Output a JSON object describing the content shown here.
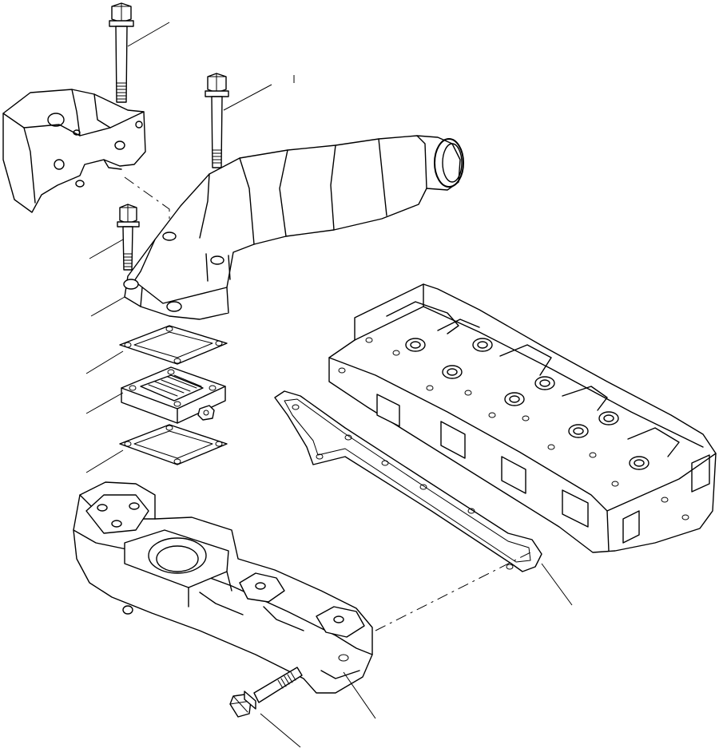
{
  "diagram": {
    "parts": [
      {
        "id": "long-bolt",
        "icon": "hex-bolt-icon"
      },
      {
        "id": "upper-bolt",
        "icon": "hex-bolt-icon"
      },
      {
        "id": "bracket",
        "icon": "bracket-icon"
      },
      {
        "id": "intake-pipe",
        "icon": "pipe-elbow-icon"
      },
      {
        "id": "short-bolt",
        "icon": "hex-bolt-icon"
      },
      {
        "id": "upper-gasket",
        "icon": "gasket-icon"
      },
      {
        "id": "heater",
        "icon": "intake-heater-icon"
      },
      {
        "id": "lower-gasket",
        "icon": "gasket-icon"
      },
      {
        "id": "manifold-gasket",
        "icon": "gasket-icon"
      },
      {
        "id": "cylinder-head",
        "icon": "cylinder-head-icon"
      },
      {
        "id": "intake-manifold",
        "icon": "manifold-icon"
      },
      {
        "id": "flange-bolt",
        "icon": "flange-bolt-icon"
      }
    ],
    "colors": {
      "line": "#000000",
      "background": "#ffffff"
    }
  }
}
